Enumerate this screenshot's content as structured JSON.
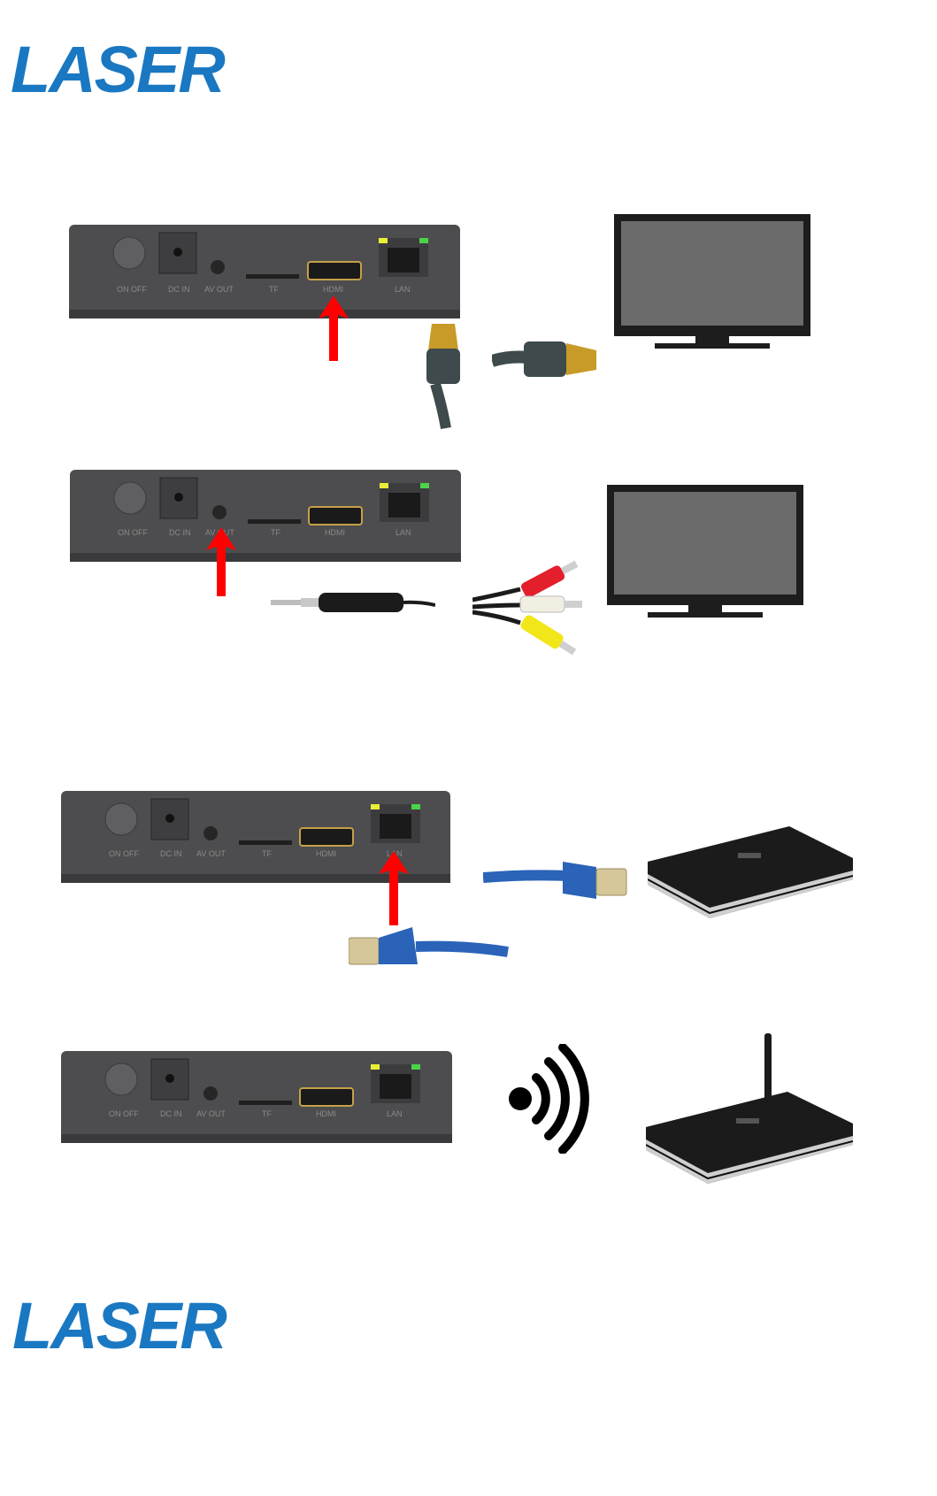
{
  "brand": {
    "logo_text": "LASER",
    "color": "#1a78c2"
  },
  "device_ports": {
    "on_off": "ON OFF",
    "dc_in": "DC IN",
    "av_out": "AV OUT",
    "tf": "TF",
    "hdmi": "HDMI",
    "lan": "LAN"
  },
  "colors": {
    "device": "#4d4d4f",
    "arrow": "#ff0000",
    "cable_blue": "#2a63b8",
    "tv_screen": "#6a6a6a"
  },
  "icons": [
    "hdmi-cable-icon",
    "tv-icon",
    "av-cable-icon",
    "rca-cable-icon",
    "ethernet-cable-icon",
    "router-icon",
    "wifi-icon",
    "red-arrow-icon"
  ]
}
